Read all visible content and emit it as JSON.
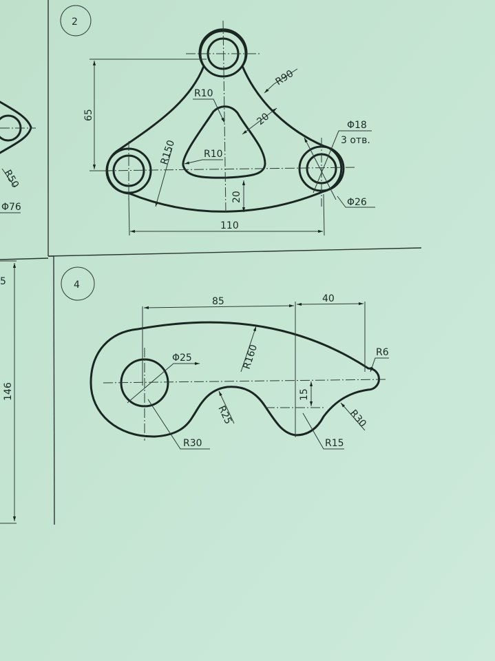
{
  "sheet": {
    "paper_color": "#c3e4d0",
    "line_color": "#1a2622"
  },
  "figure_2": {
    "number": "2",
    "dimensions": {
      "height_65": "65",
      "r10_top": "R10",
      "r10_inner": "R10",
      "r150": "R150",
      "r90": "R90",
      "wall_20_side": "20",
      "wall_20_bottom": "20",
      "hole_d18": "Φ18",
      "hole_count": "3 отв.",
      "boss_d26": "Φ26",
      "width_110": "110"
    }
  },
  "figure_4": {
    "number": "4",
    "dimensions": {
      "len_85": "85",
      "len_40": "40",
      "hole_d25": "Φ25",
      "r160": "R160",
      "r6": "R6",
      "r25": "R25",
      "offset_15": "15",
      "r30_left": "R30",
      "r15": "R15",
      "r30_right": "R30"
    }
  },
  "left_partial": {
    "r50": "R50",
    "d76": "Φ76",
    "frag_5": "5",
    "height_146": "146"
  }
}
